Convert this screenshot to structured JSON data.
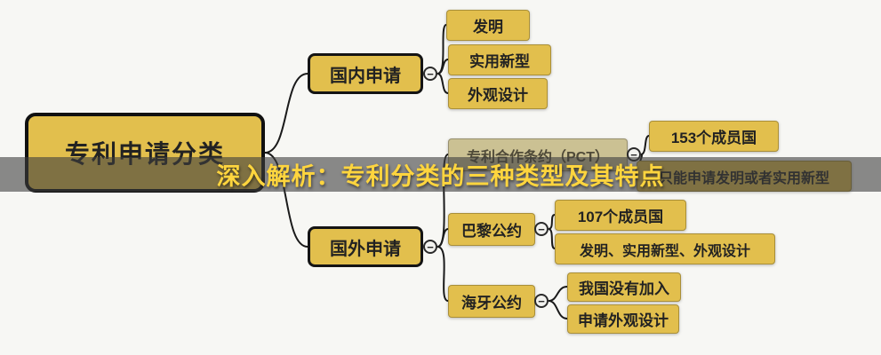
{
  "banner": {
    "title": "深入解析：专利分类的三种类型及其特点"
  },
  "mindmap": {
    "root": {
      "label": "专利申请分类"
    },
    "domestic": {
      "label": "国内申请",
      "children": [
        {
          "label": "发明"
        },
        {
          "label": "实用新型"
        },
        {
          "label": "外观设计"
        }
      ]
    },
    "foreign": {
      "label": "国外申请",
      "pct": {
        "label": "专利合作条约（PCT）",
        "members": "153个成员国",
        "note": "只能申请发明或者实用新型"
      },
      "paris": {
        "label": "巴黎公约",
        "members": "107个成员国",
        "types": "发明、实用新型、外观设计"
      },
      "hague": {
        "label": "海牙公约",
        "note": "我国没有加入",
        "design": "申请外观设计"
      }
    },
    "toggle_glyph": "−"
  },
  "colors": {
    "node_yellow": "#e2bf4d",
    "banner_text": "#ffd53e",
    "line": "#1a1a1a"
  }
}
